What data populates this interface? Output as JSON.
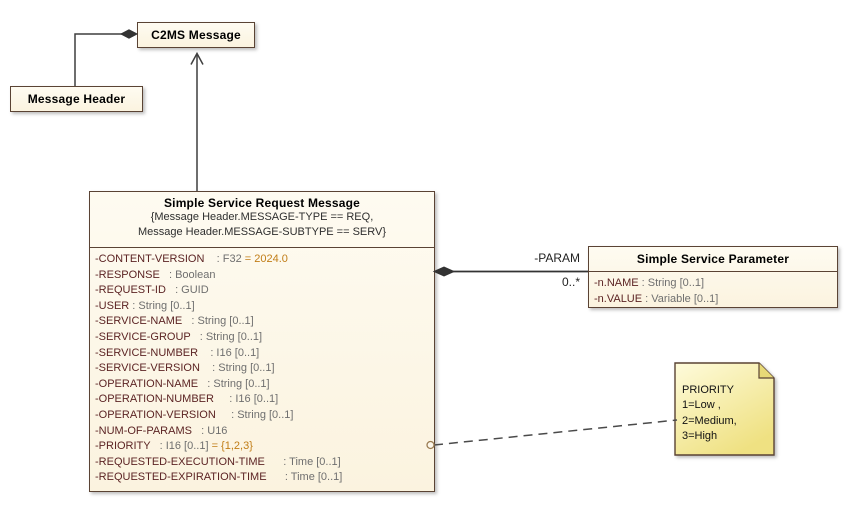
{
  "diagram": {
    "classes": {
      "c2ms": {
        "title": "C2MS Message"
      },
      "message_header": {
        "title": "Message Header"
      },
      "request": {
        "title": "Simple Service Request Message",
        "constraints": [
          "{Message Header.MESSAGE-TYPE == REQ,",
          "Message Header.MESSAGE-SUBTYPE == SERV}"
        ],
        "attributes": [
          {
            "name": "-CONTENT-VERSION",
            "type": "    : F32 ",
            "default": "= 2024.0"
          },
          {
            "name": "-RESPONSE",
            "type": "   : Boolean"
          },
          {
            "name": "-REQUEST-ID",
            "type": "   : GUID"
          },
          {
            "name": "-USER",
            "type": " : String [0..1]"
          },
          {
            "name": "-SERVICE-NAME",
            "type": "   : String [0..1]"
          },
          {
            "name": "-SERVICE-GROUP",
            "type": "   : String [0..1]"
          },
          {
            "name": "-SERVICE-NUMBER",
            "type": "    : I16 [0..1]"
          },
          {
            "name": "-SERVICE-VERSION",
            "type": "    : String [0..1]"
          },
          {
            "name": "-OPERATION-NAME",
            "type": "   : String [0..1]"
          },
          {
            "name": "-OPERATION-NUMBER",
            "type": "     : I16 [0..1]"
          },
          {
            "name": "-OPERATION-VERSION",
            "type": "     : String [0..1]"
          },
          {
            "name": "-NUM-OF-PARAMS",
            "type": "   : U16"
          },
          {
            "name": "-PRIORITY",
            "type": "   : I16 [0..1] ",
            "default": "= {1,2,3}"
          },
          {
            "name": "-REQUESTED-EXECUTION-TIME",
            "type": "      : Time [0..1]"
          },
          {
            "name": "-REQUESTED-EXPIRATION-TIME",
            "type": "      : Time [0..1]"
          }
        ]
      },
      "parameter": {
        "title": "Simple Service Parameter",
        "attributes": [
          {
            "name": "-n.NAME",
            "type": " : String [0..1]"
          },
          {
            "name": "-n.VALUE",
            "type": " : Variable [0..1]"
          }
        ]
      }
    },
    "association": {
      "label": "-PARAM",
      "multiplicity": "0..*"
    },
    "note": {
      "lines": [
        "PRIORITY",
        "1=Low ,",
        "2=Medium,",
        "3=High"
      ]
    },
    "colors": {
      "box_fill": "#FBF3DF",
      "box_border": "#5A4334",
      "attr_name": "#5C2424",
      "attr_type": "#6F6F6F",
      "attr_default": "#C17D17",
      "connector": "#3F3F3F",
      "note_fill_top": "#FEFBDB",
      "note_fill_bottom": "#EFE182"
    }
  }
}
